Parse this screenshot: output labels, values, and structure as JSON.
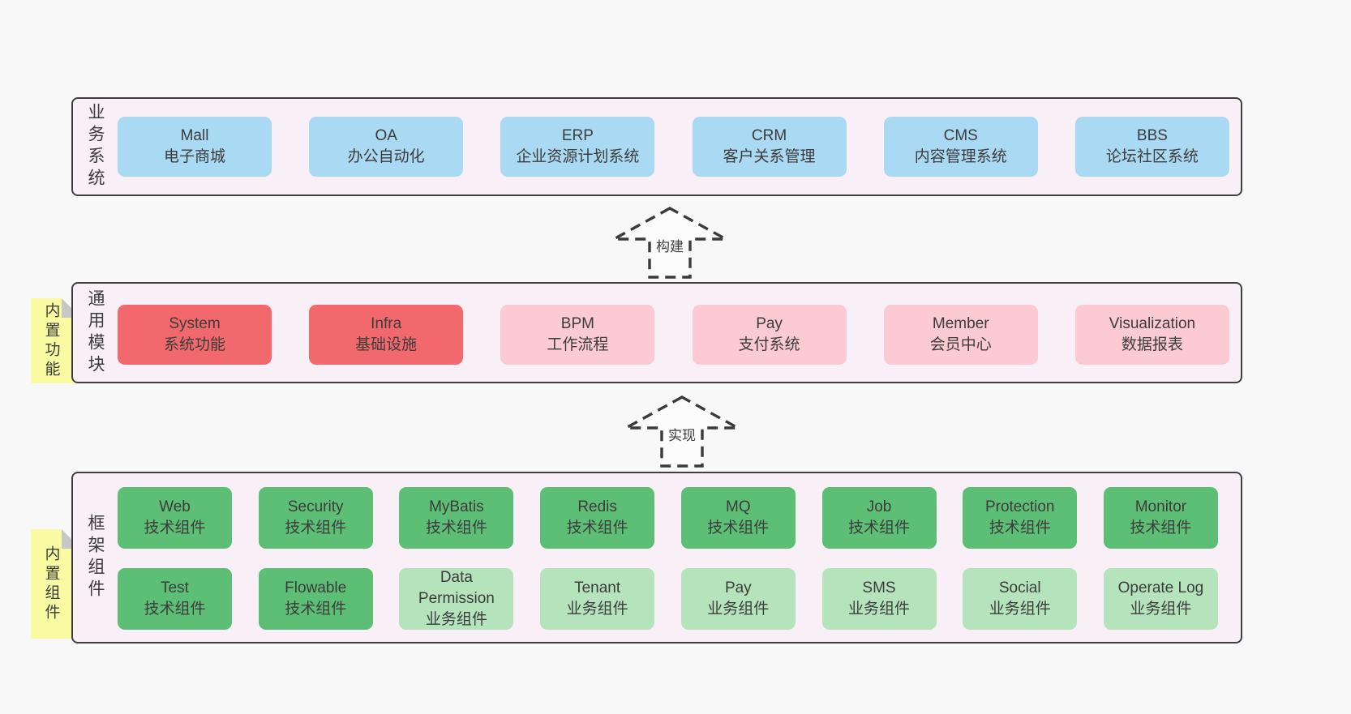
{
  "business": {
    "side_label": "业务系统",
    "boxes": [
      {
        "en": "Mall",
        "zh": "电子商城"
      },
      {
        "en": "OA",
        "zh": "办公自动化"
      },
      {
        "en": "ERP",
        "zh": "企业资源计划系统"
      },
      {
        "en": "CRM",
        "zh": "客户关系管理"
      },
      {
        "en": "CMS",
        "zh": "内容管理系统"
      },
      {
        "en": "BBS",
        "zh": "论坛社区系统"
      }
    ]
  },
  "arrow_build": {
    "label": "构建"
  },
  "arrow_implement": {
    "label": "实现"
  },
  "modules": {
    "tab_label": "内置功能",
    "side_label": "通用模块",
    "boxes": [
      {
        "en": "System",
        "zh": "系统功能"
      },
      {
        "en": "Infra",
        "zh": "基础设施"
      },
      {
        "en": "BPM",
        "zh": "工作流程"
      },
      {
        "en": "Pay",
        "zh": "支付系统"
      },
      {
        "en": "Member",
        "zh": "会员中心"
      },
      {
        "en": "Visualization",
        "zh": "数据报表"
      }
    ]
  },
  "components": {
    "tab_label": "内置组件",
    "side_label": "框架组件",
    "row1": [
      {
        "en": "Web",
        "zh": "技术组件"
      },
      {
        "en": "Security",
        "zh": "技术组件"
      },
      {
        "en": "MyBatis",
        "zh": "技术组件"
      },
      {
        "en": "Redis",
        "zh": "技术组件"
      },
      {
        "en": "MQ",
        "zh": "技术组件"
      },
      {
        "en": "Job",
        "zh": "技术组件"
      },
      {
        "en": "Protection",
        "zh": "技术组件"
      },
      {
        "en": "Monitor",
        "zh": "技术组件"
      }
    ],
    "row2": [
      {
        "en": "Test",
        "zh": "技术组件"
      },
      {
        "en": "Flowable",
        "zh": "技术组件"
      },
      {
        "en": "Data Permission",
        "zh": "业务组件"
      },
      {
        "en": "Tenant",
        "zh": "业务组件"
      },
      {
        "en": "Pay",
        "zh": "业务组件"
      },
      {
        "en": "SMS",
        "zh": "业务组件"
      },
      {
        "en": "Social",
        "zh": "业务组件"
      },
      {
        "en": "Operate Log",
        "zh": "业务组件"
      }
    ]
  },
  "colors": {
    "page_bg": "#f8f8f8",
    "panel_bg": "#f9eff7",
    "panel_border": "#3f3f3f",
    "blue_box": "#aadaf3",
    "red_box": "#f1696c",
    "pink_box": "#fbcad3",
    "green_box": "#5dbe76",
    "light_green_box": "#b4e3bc",
    "yellow_tab": "#fafaa2",
    "text": "#3c3c3c"
  }
}
